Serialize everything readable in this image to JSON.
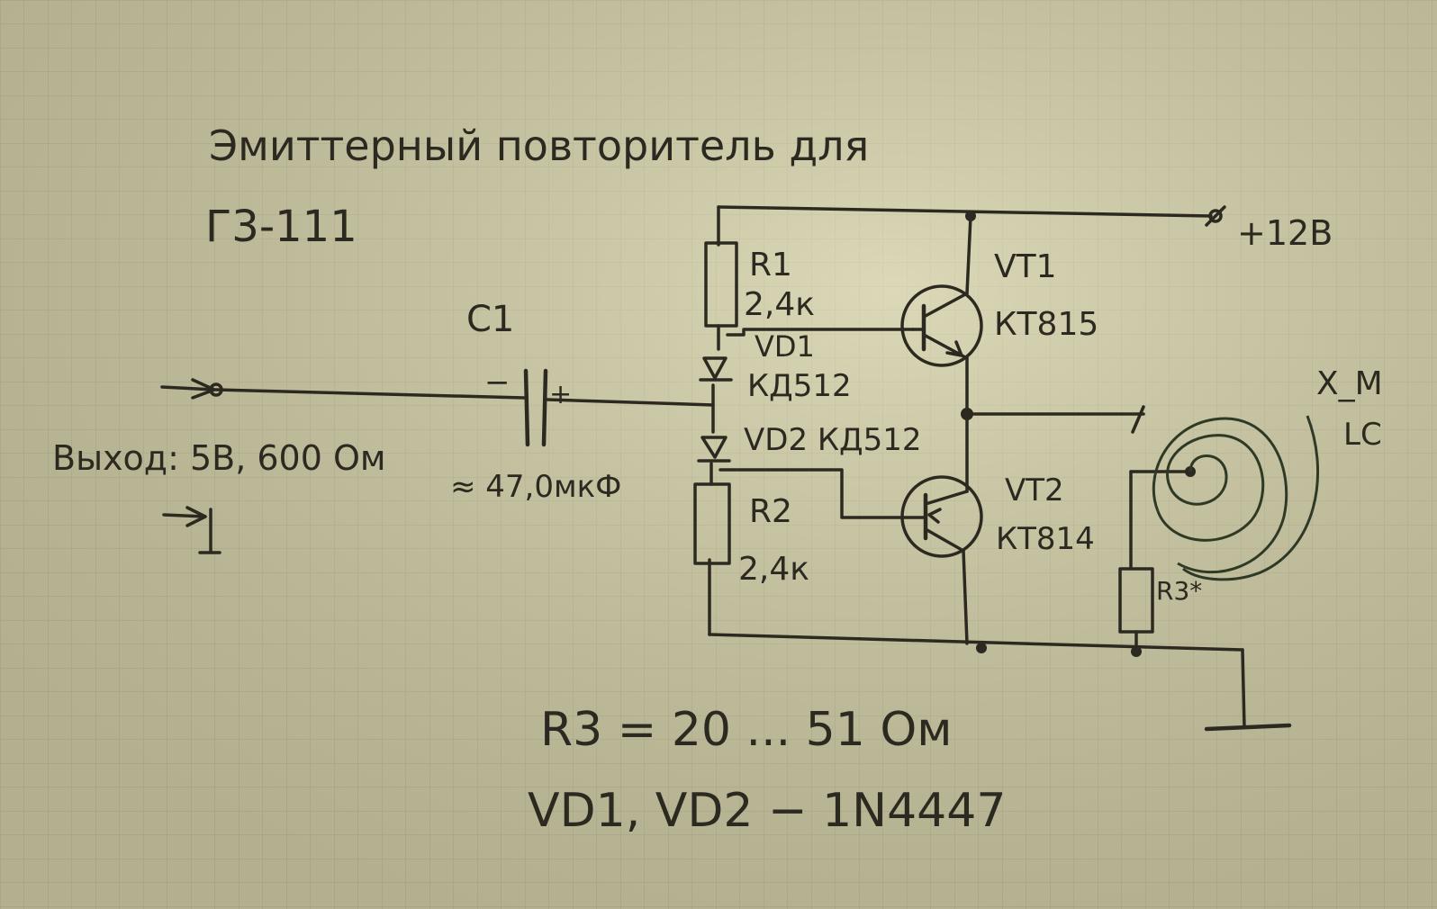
{
  "title": {
    "line1": "Эмиттерный повторитель для",
    "line2": "Г3-111"
  },
  "labels": {
    "c1_name": "C1",
    "c1_minus": "−",
    "c1_plus": "+",
    "c1_value": "≈ 47,0мкФ",
    "input": "Выход: 5В, 600 Ом",
    "supply": "+12В",
    "r1_name": "R1",
    "r1_value": "2,4к",
    "vd1_name": "VD1",
    "vd1_type": "КД512",
    "vd2": "VD2 КД512",
    "r2_name": "R2",
    "r2_value": "2,4к",
    "vt1_name": "VT1",
    "vt1_type": "КТ815",
    "vt2_name": "VT2",
    "vt2_type": "КТ814",
    "r3_name": "R3*",
    "coil_line1": "X_M",
    "coil_line2": "LC"
  },
  "notes": {
    "r3_value": "R3 = 20 ... 51 Ом",
    "diodes": "VD1, VD2 − 1N4447"
  },
  "colors": {
    "paper": "#c9c6a3",
    "grid": "#8f8c72",
    "ink": "#2c2a20",
    "coil_ink": "#2f3a26"
  }
}
